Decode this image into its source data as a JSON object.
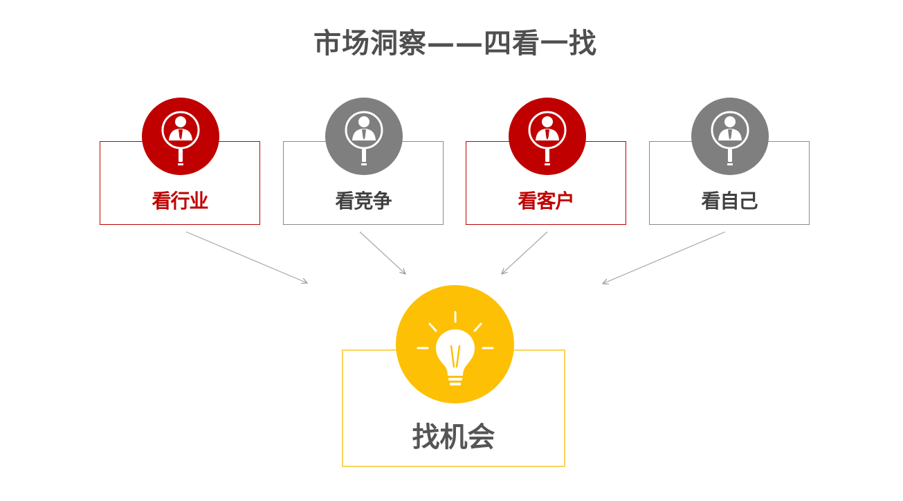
{
  "title": "市场洞察——四看一找",
  "colors": {
    "red": "#c00000",
    "gray": "#7f7f7f",
    "yellow": "#fdc004",
    "title": "#4f4f4f"
  },
  "inputs": [
    {
      "label": "看行业",
      "theme": "red",
      "icon": "person-magnifier-icon"
    },
    {
      "label": "看竞争",
      "theme": "gray",
      "icon": "person-magnifier-icon"
    },
    {
      "label": "看客户",
      "theme": "red",
      "icon": "person-magnifier-icon"
    },
    {
      "label": "看自己",
      "theme": "gray",
      "icon": "person-magnifier-icon"
    }
  ],
  "outcome": {
    "label": "找机会",
    "icon": "lightbulb-icon"
  }
}
